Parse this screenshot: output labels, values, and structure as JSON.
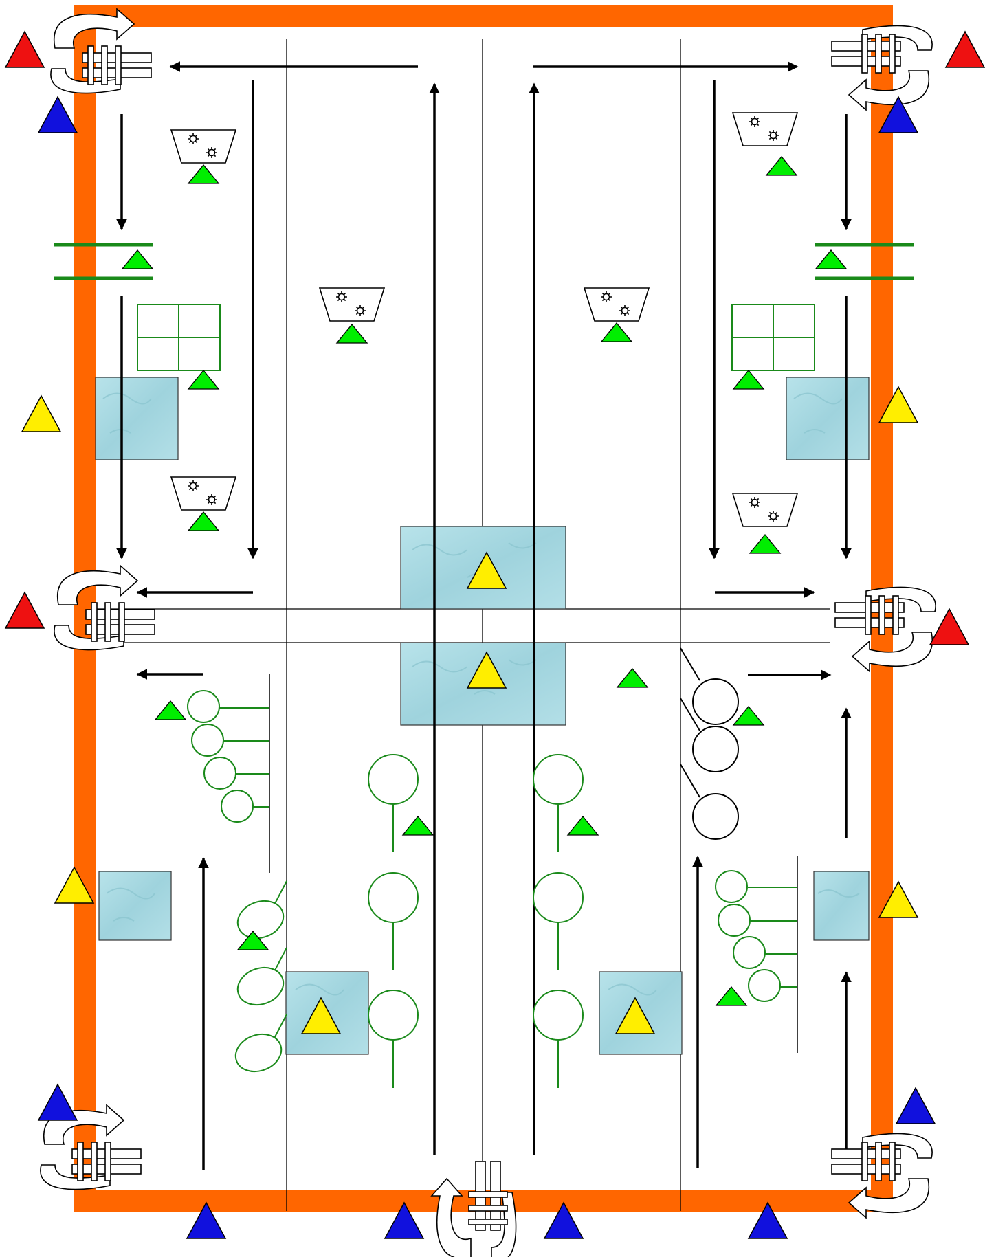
{
  "diagram": {
    "type": "floor-plan schematic",
    "colors": {
      "border": "#ff6600",
      "background": "#ffffff",
      "line": "#000000",
      "green_equipment": "#1a8a1a",
      "green_marker": "#00ee00",
      "red_marker": "#ee1111",
      "blue_marker": "#1111dd",
      "yellow_marker": "#ffee00",
      "water_tile": "#a9dbe3",
      "water_tile_dark": "#7fc0cc"
    },
    "legend_marker_colors": [
      "red",
      "blue",
      "yellow",
      "green"
    ],
    "element_kinds": [
      "arrow",
      "water-tile",
      "gear-basket",
      "circle",
      "ladder-with-curved-arrow",
      "grid-box",
      "lane-line"
    ]
  }
}
